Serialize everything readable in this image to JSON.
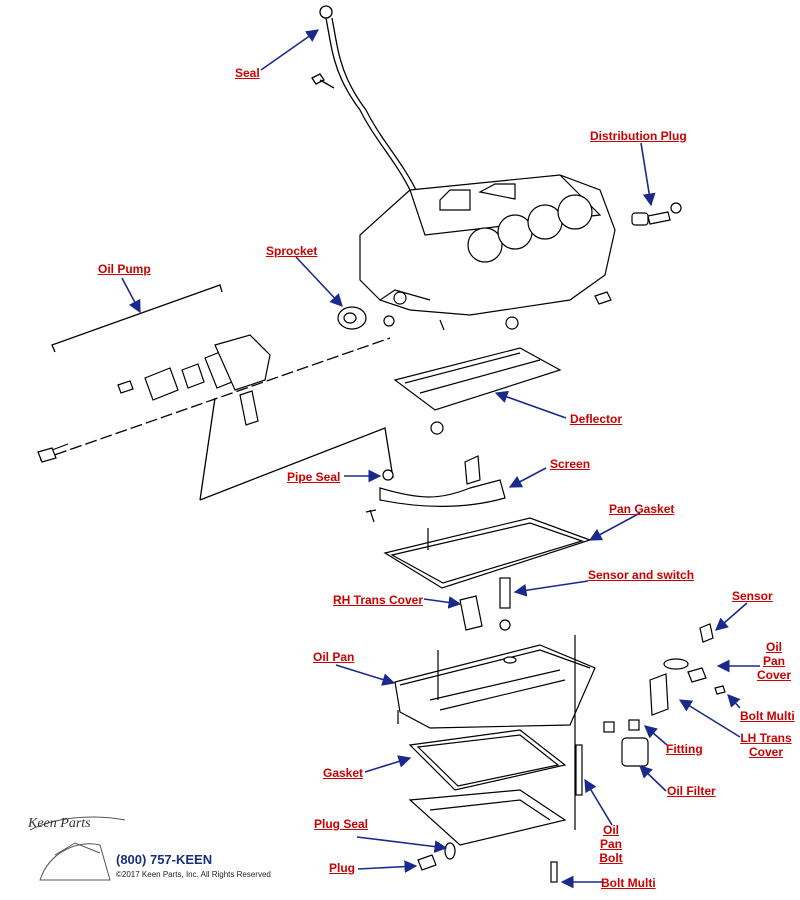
{
  "brand": {
    "logo_text": "Keen Parts",
    "phone": "(800) 757-KEEN",
    "copyright": "©2017 Keen Parts, Inc. All Rights Reserved"
  },
  "colors": {
    "label": "#cc0000",
    "arrow": "#1a2a8c",
    "line": "#000000"
  },
  "labels": {
    "seal": "Seal",
    "distribution_plug": "Distribution Plug",
    "sprocket": "Sprocket",
    "oil_pump": "Oil Pump",
    "deflector": "Deflector",
    "pipe_seal": "Pipe Seal",
    "screen": "Screen",
    "pan_gasket": "Pan Gasket",
    "sensor_and_switch": "Sensor and switch",
    "rh_trans_cover": "RH Trans Cover",
    "sensor": "Sensor",
    "oil_pan": "Oil Pan",
    "oil_pan_cover": [
      "Oil",
      "Pan",
      "Cover"
    ],
    "bolt_multi_right": "Bolt Multi",
    "lh_trans_cover": [
      "LH Trans",
      "Cover"
    ],
    "fitting": "Fitting",
    "gasket": "Gasket",
    "oil_filter": "Oil Filter",
    "plug_seal": "Plug Seal",
    "oil_pan_bolt": [
      "Oil",
      "Pan",
      "Bolt"
    ],
    "plug": "Plug",
    "bolt_multi_bottom": "Bolt Multi"
  }
}
